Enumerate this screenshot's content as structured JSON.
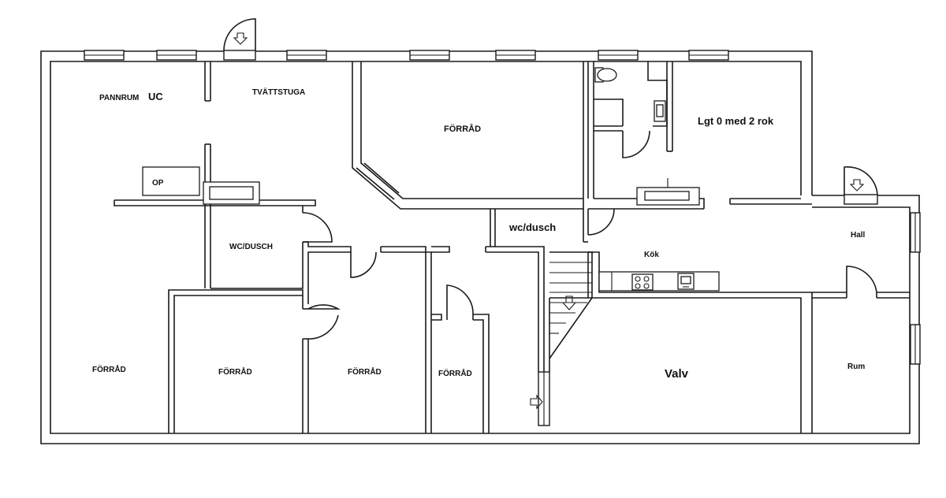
{
  "plan": {
    "rooms": {
      "pannrum": "PANNRUM",
      "pannrum_suffix": "UC",
      "tvattstuga": "TVÄTTSTUGA",
      "forrad_top": "FÖRRÅD",
      "lgt": "Lgt 0 med 2 rok",
      "op": "OP",
      "wc_dusch_upper": "WC/DUSCH",
      "wc_dusch_lower": "wc/dusch",
      "kok": "Kök",
      "hall": "Hall",
      "forrad_1": "FÖRRÅD",
      "forrad_2": "FÖRRÅD",
      "forrad_3": "FÖRRÅD",
      "forrad_4": "FÖRRÅD",
      "valv": "Valv",
      "rum": "Rum"
    }
  }
}
